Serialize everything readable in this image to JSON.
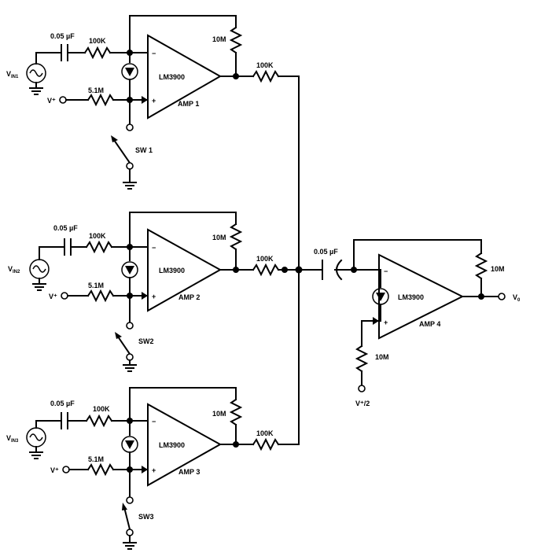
{
  "diagram": {
    "stages": [
      {
        "id": "amp1",
        "source_label": "V",
        "source_sub": "IN1",
        "cap": "0.05 µF",
        "r_in": "100K",
        "r_fb": "10M",
        "r_out": "100K",
        "r_bias": "5.1M",
        "bias_supply": "V⁺",
        "ic": "LM3900",
        "amp": "AMP 1",
        "switch": "SW 1"
      },
      {
        "id": "amp2",
        "source_label": "V",
        "source_sub": "IN2",
        "cap": "0.05 µF",
        "r_in": "100K",
        "r_fb": "10M",
        "r_out": "100K",
        "r_bias": "5.1M",
        "bias_supply": "V⁺",
        "ic": "LM3900",
        "amp": "AMP 2",
        "switch": "SW2"
      },
      {
        "id": "amp3",
        "source_label": "V",
        "source_sub": "IN3",
        "cap": "0.05 µF",
        "r_in": "100K",
        "r_fb": "10M",
        "r_out": "100K",
        "r_bias": "5.1M",
        "bias_supply": "V⁺",
        "ic": "LM3900",
        "amp": "AMP 3",
        "switch": "SW3"
      }
    ],
    "output_stage": {
      "cap": "0.05 µF",
      "r_fb": "10M",
      "r_bias": "10M",
      "bias_supply": "V⁺/2",
      "ic": "LM3900",
      "amp": "AMP 4",
      "output_label": "V",
      "output_sub": "0"
    },
    "pin_minus": "−",
    "pin_plus": "+"
  }
}
